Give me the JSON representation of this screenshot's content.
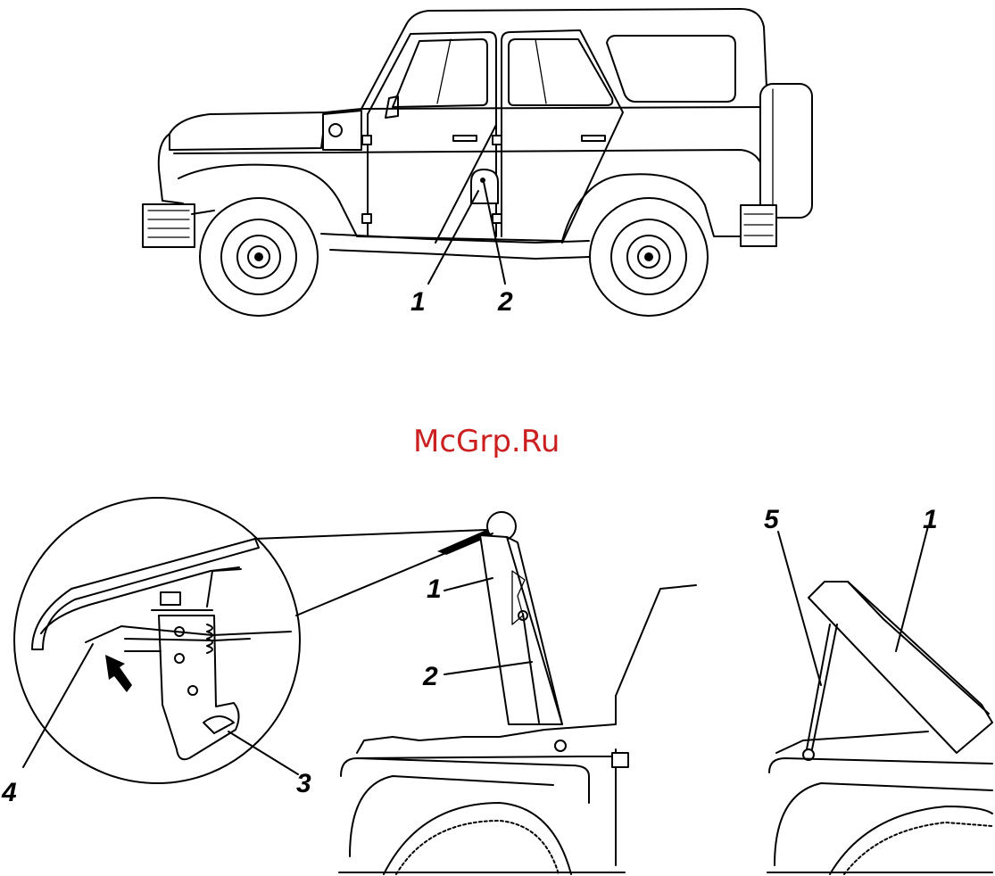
{
  "watermark": "McGrp.Ru",
  "callouts": {
    "top_1": "1",
    "top_2": "2",
    "detail_1": "1",
    "detail_2": "2",
    "detail_3": "3",
    "detail_4": "4",
    "right_1": "1",
    "right_5": "5"
  },
  "colors": {
    "watermark": "#cc1f1f",
    "ink": "#000000"
  }
}
